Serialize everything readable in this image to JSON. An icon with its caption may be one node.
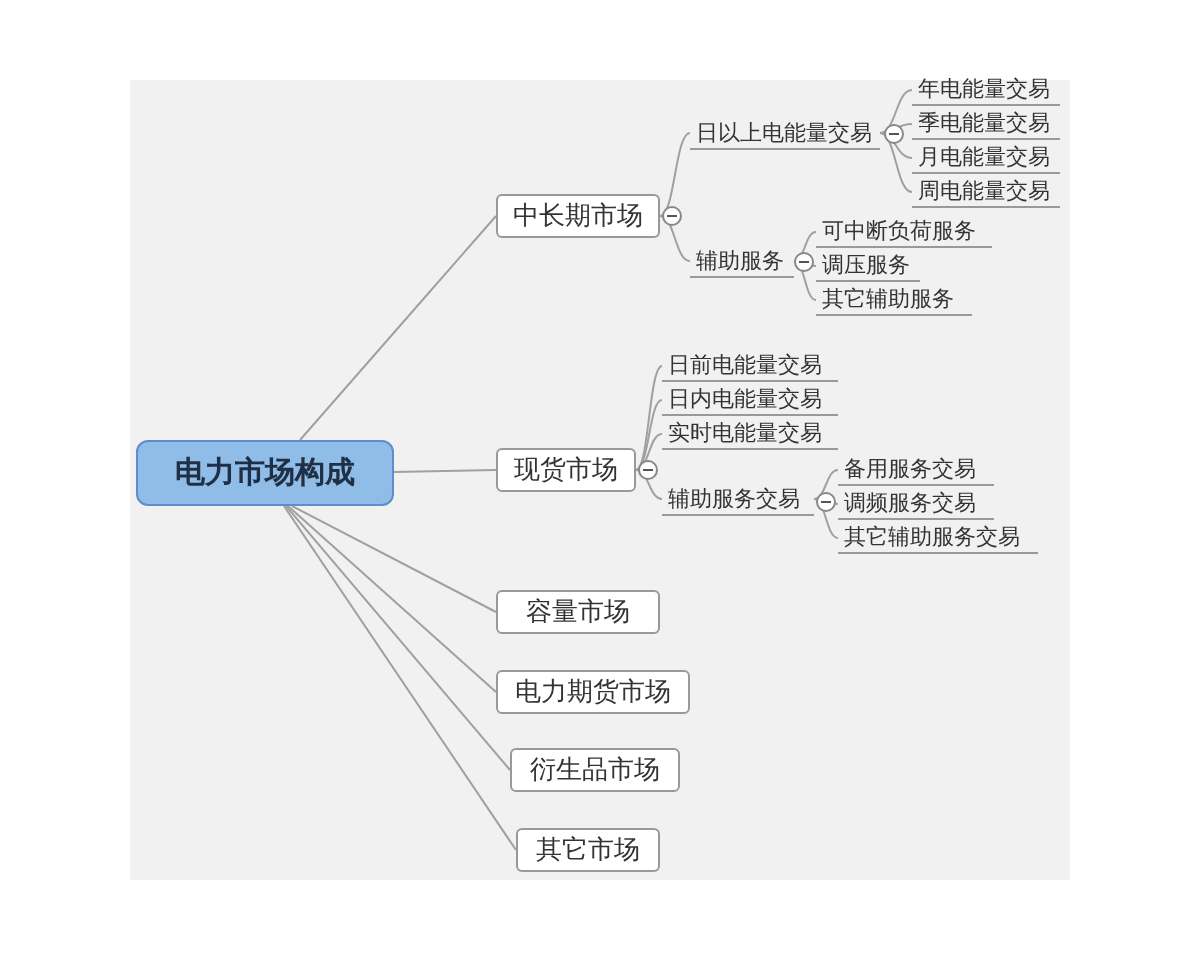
{
  "diagram": {
    "nodes": [
      {
        "text": [
          "电力市场构成"
        ]
      },
      {
        "text": [
          "中长期市场"
        ]
      },
      {
        "text": [
          "日以上电能量交易"
        ]
      },
      {
        "text": [
          "年电能量交易"
        ]
      },
      {
        "text": [
          "季电能量交易"
        ]
      },
      {
        "text": [
          "月电能量交易"
        ]
      },
      {
        "text": [
          "周电能量交易"
        ]
      },
      {
        "text": [
          "辅助服务"
        ]
      },
      {
        "text": [
          "可中断负荷服务"
        ]
      },
      {
        "text": [
          "调压服务"
        ]
      },
      {
        "text": [
          "其它辅助服务"
        ]
      },
      {
        "text": [
          "现货市场"
        ]
      },
      {
        "text": [
          "日前电能量交易"
        ]
      },
      {
        "text": [
          "日内电能量交易"
        ]
      },
      {
        "text": [
          "实时电能量交易"
        ]
      },
      {
        "text": [
          "辅助服务交易"
        ]
      },
      {
        "text": [
          "备用服务交易"
        ]
      },
      {
        "text": [
          "调频服务交易"
        ]
      },
      {
        "text": [
          "其它辅助服务交易"
        ]
      },
      {
        "text": [
          "容量市场"
        ]
      },
      {
        "text": [
          "电力期货市场"
        ]
      },
      {
        "text": [
          "衍生品市场"
        ]
      },
      {
        "text": [
          "其它市场"
        ]
      }
    ],
    "edges": [
      {
        "from": 0,
        "to": 1,
        "arrow": "none"
      },
      {
        "from": 0,
        "to": 11,
        "arrow": "none"
      },
      {
        "from": 0,
        "to": 19,
        "arrow": "none"
      },
      {
        "from": 0,
        "to": 20,
        "arrow": "none"
      },
      {
        "from": 0,
        "to": 21,
        "arrow": "none"
      },
      {
        "from": 0,
        "to": 22,
        "arrow": "none"
      },
      {
        "from": 1,
        "to": 2,
        "arrow": "none"
      },
      {
        "from": 1,
        "to": 7,
        "arrow": "none"
      },
      {
        "from": 2,
        "to": 3,
        "arrow": "none"
      },
      {
        "from": 2,
        "to": 4,
        "arrow": "none"
      },
      {
        "from": 2,
        "to": 5,
        "arrow": "none"
      },
      {
        "from": 2,
        "to": 6,
        "arrow": "none"
      },
      {
        "from": 7,
        "to": 8,
        "arrow": "none"
      },
      {
        "from": 7,
        "to": 9,
        "arrow": "none"
      },
      {
        "from": 7,
        "to": 10,
        "arrow": "none"
      },
      {
        "from": 11,
        "to": 12,
        "arrow": "none"
      },
      {
        "from": 11,
        "to": 13,
        "arrow": "none"
      },
      {
        "from": 11,
        "to": 14,
        "arrow": "none"
      },
      {
        "from": 11,
        "to": 15,
        "arrow": "none"
      },
      {
        "from": 15,
        "to": 16,
        "arrow": "none"
      },
      {
        "from": 15,
        "to": 17,
        "arrow": "none"
      },
      {
        "from": 15,
        "to": 18,
        "arrow": "none"
      }
    ]
  }
}
